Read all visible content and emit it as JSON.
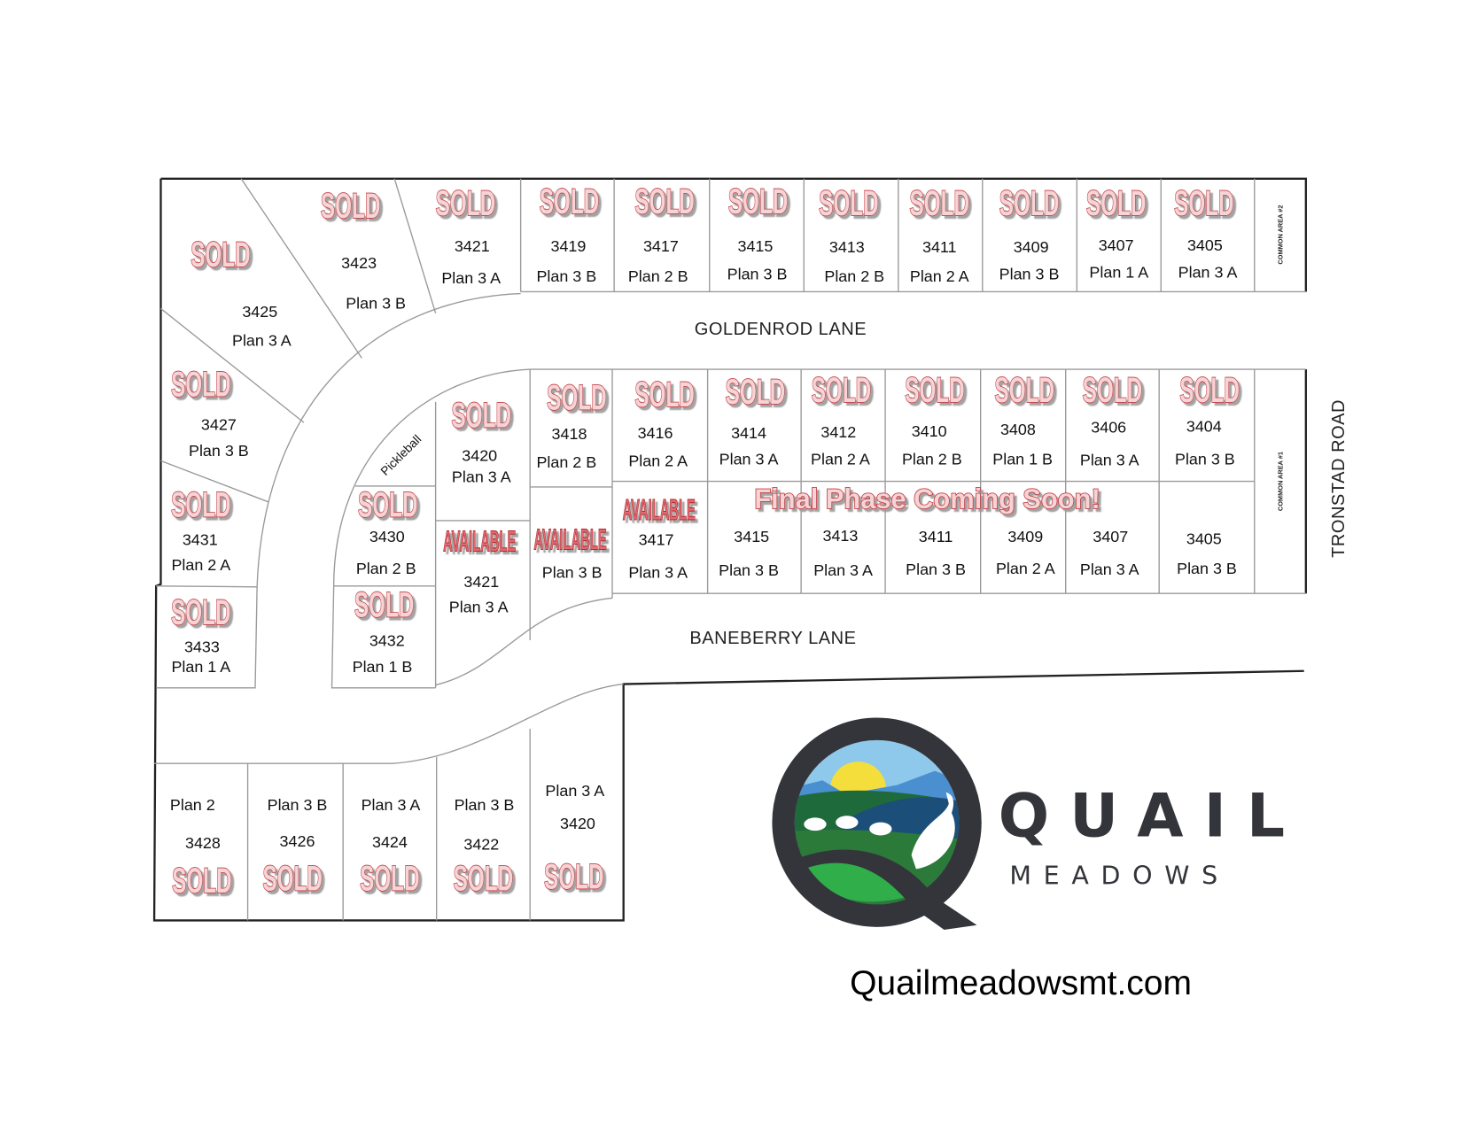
{
  "roads": {
    "goldenrod": "GOLDENROD LANE",
    "baneberry": "BANEBERRY LANE",
    "tronstad": "TRONSTAD ROAD"
  },
  "common_areas": [
    "COMMON AREA #2",
    "COMMON AREA #1"
  ],
  "amenity": "Pickleball",
  "banner": "Final Phase Coming Soon!",
  "status_labels": {
    "sold": "SOLD",
    "available": "AVAILABLE"
  },
  "colors": {
    "stamp_red": "#c23a42",
    "stamp_fill": "#f6d3d4",
    "logo_dark": "#33353a",
    "logo_green": "#2fae4a"
  },
  "logo": {
    "word1": "QUAIL",
    "word2": "MEADOWS"
  },
  "website": "Quailmeadowsmt.com",
  "lots": [
    {
      "number": "3425",
      "plan": "Plan 3 A",
      "status": "sold"
    },
    {
      "number": "3423",
      "plan": "Plan 3 B",
      "status": "sold"
    },
    {
      "number": "3421",
      "plan": "Plan 3 A",
      "status": "sold"
    },
    {
      "number": "3419",
      "plan": "Plan 3 B",
      "status": "sold"
    },
    {
      "number": "3417",
      "plan": "Plan 2 B",
      "status": "sold"
    },
    {
      "number": "3415",
      "plan": "Plan 3 B",
      "status": "sold"
    },
    {
      "number": "3413",
      "plan": "Plan 2 B",
      "status": "sold"
    },
    {
      "number": "3411",
      "plan": "Plan 2 A",
      "status": "sold"
    },
    {
      "number": "3409",
      "plan": "Plan 3 B",
      "status": "sold"
    },
    {
      "number": "3407",
      "plan": "Plan 1 A",
      "status": "sold"
    },
    {
      "number": "3405",
      "plan": "Plan 3 A",
      "status": "sold"
    },
    {
      "number": "3418",
      "plan": "Plan 2 B",
      "status": "sold"
    },
    {
      "number": "3416",
      "plan": "Plan 2 A",
      "status": "sold"
    },
    {
      "number": "3414",
      "plan": "Plan 3 A",
      "status": "sold"
    },
    {
      "number": "3412",
      "plan": "Plan 2 A",
      "status": "sold"
    },
    {
      "number": "3410",
      "plan": "Plan 2 B",
      "status": "sold"
    },
    {
      "number": "3408",
      "plan": "Plan 1 B",
      "status": "sold"
    },
    {
      "number": "3406",
      "plan": "Plan 3 A",
      "status": "sold"
    },
    {
      "number": "3404",
      "plan": "Plan 3 B",
      "status": "sold"
    },
    {
      "number": "3420",
      "plan": "Plan 3 A",
      "status": "sold"
    },
    {
      "number": "3427",
      "plan": "Plan 3 B",
      "status": "sold"
    },
    {
      "number": "3431",
      "plan": "Plan 2 A",
      "status": "sold"
    },
    {
      "number": "3433",
      "plan": "Plan 1 A",
      "status": "sold"
    },
    {
      "number": "3430",
      "plan": "Plan 2 B",
      "status": "sold"
    },
    {
      "number": "3432",
      "plan": "Plan 1 B",
      "status": "sold"
    },
    {
      "number": "3421",
      "plan": "Plan 3 A",
      "status": "available"
    },
    {
      "number": "",
      "plan": "Plan 3 B",
      "status": "available"
    },
    {
      "number": "3417",
      "plan": "Plan 3 A",
      "status": "available"
    },
    {
      "number": "3415",
      "plan": "Plan 3 B",
      "status": ""
    },
    {
      "number": "3413",
      "plan": "Plan 3 A",
      "status": ""
    },
    {
      "number": "3411",
      "plan": "Plan 3 B",
      "status": ""
    },
    {
      "number": "3409",
      "plan": "Plan 2 A",
      "status": ""
    },
    {
      "number": "3407",
      "plan": "Plan 3 A",
      "status": ""
    },
    {
      "number": "3405",
      "plan": "Plan 3 B",
      "status": ""
    },
    {
      "number": "3428",
      "plan": "Plan 2",
      "status": "sold"
    },
    {
      "number": "3426",
      "plan": "Plan 3 B",
      "status": "sold"
    },
    {
      "number": "3424",
      "plan": "Plan 3 A",
      "status": "sold"
    },
    {
      "number": "3422",
      "plan": "Plan 3 B",
      "status": "sold"
    },
    {
      "number": "3420",
      "plan": "Plan 3 A",
      "status": "sold"
    }
  ]
}
